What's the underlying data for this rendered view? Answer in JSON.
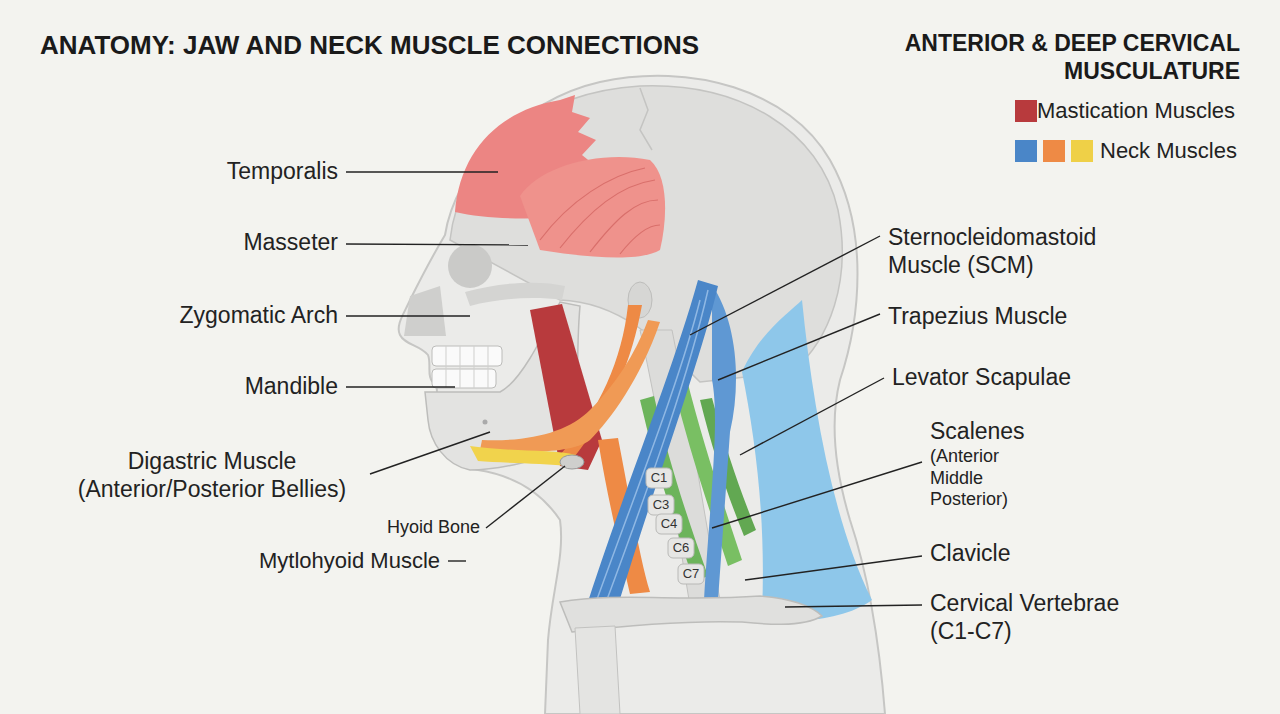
{
  "diagram": {
    "title": "ANATOMY: JAW AND NECK MUSCLE CONNECTIONS",
    "labels": [
      "ANTERIOR & DEEP CERVICAL MUSCULATURE",
      "Temporalis",
      "Masseter",
      "Zygomatic Arch",
      "Mandible",
      "Digastric Muscle (Anterior/Posterior Bellies)",
      "Hyoid Bone",
      "Mytlohyoid Muscle",
      "Sternocleidomastoid Muscle (SCM)",
      "Trapezius Muscle",
      "Levator Scapulae",
      "Scalenes",
      "(Anterior Middle Posterior)",
      "Clavicle",
      "Cervical Vertebrae (C1-C7)",
      "C1",
      "C3",
      "C4",
      "C6",
      "C7"
    ],
    "legend": [
      {
        "text": "Mastication Muscles",
        "color": "#b83a3d"
      },
      {
        "text": "Neck Muscles",
        "color": "#4a86c8"
      }
    ]
  }
}
